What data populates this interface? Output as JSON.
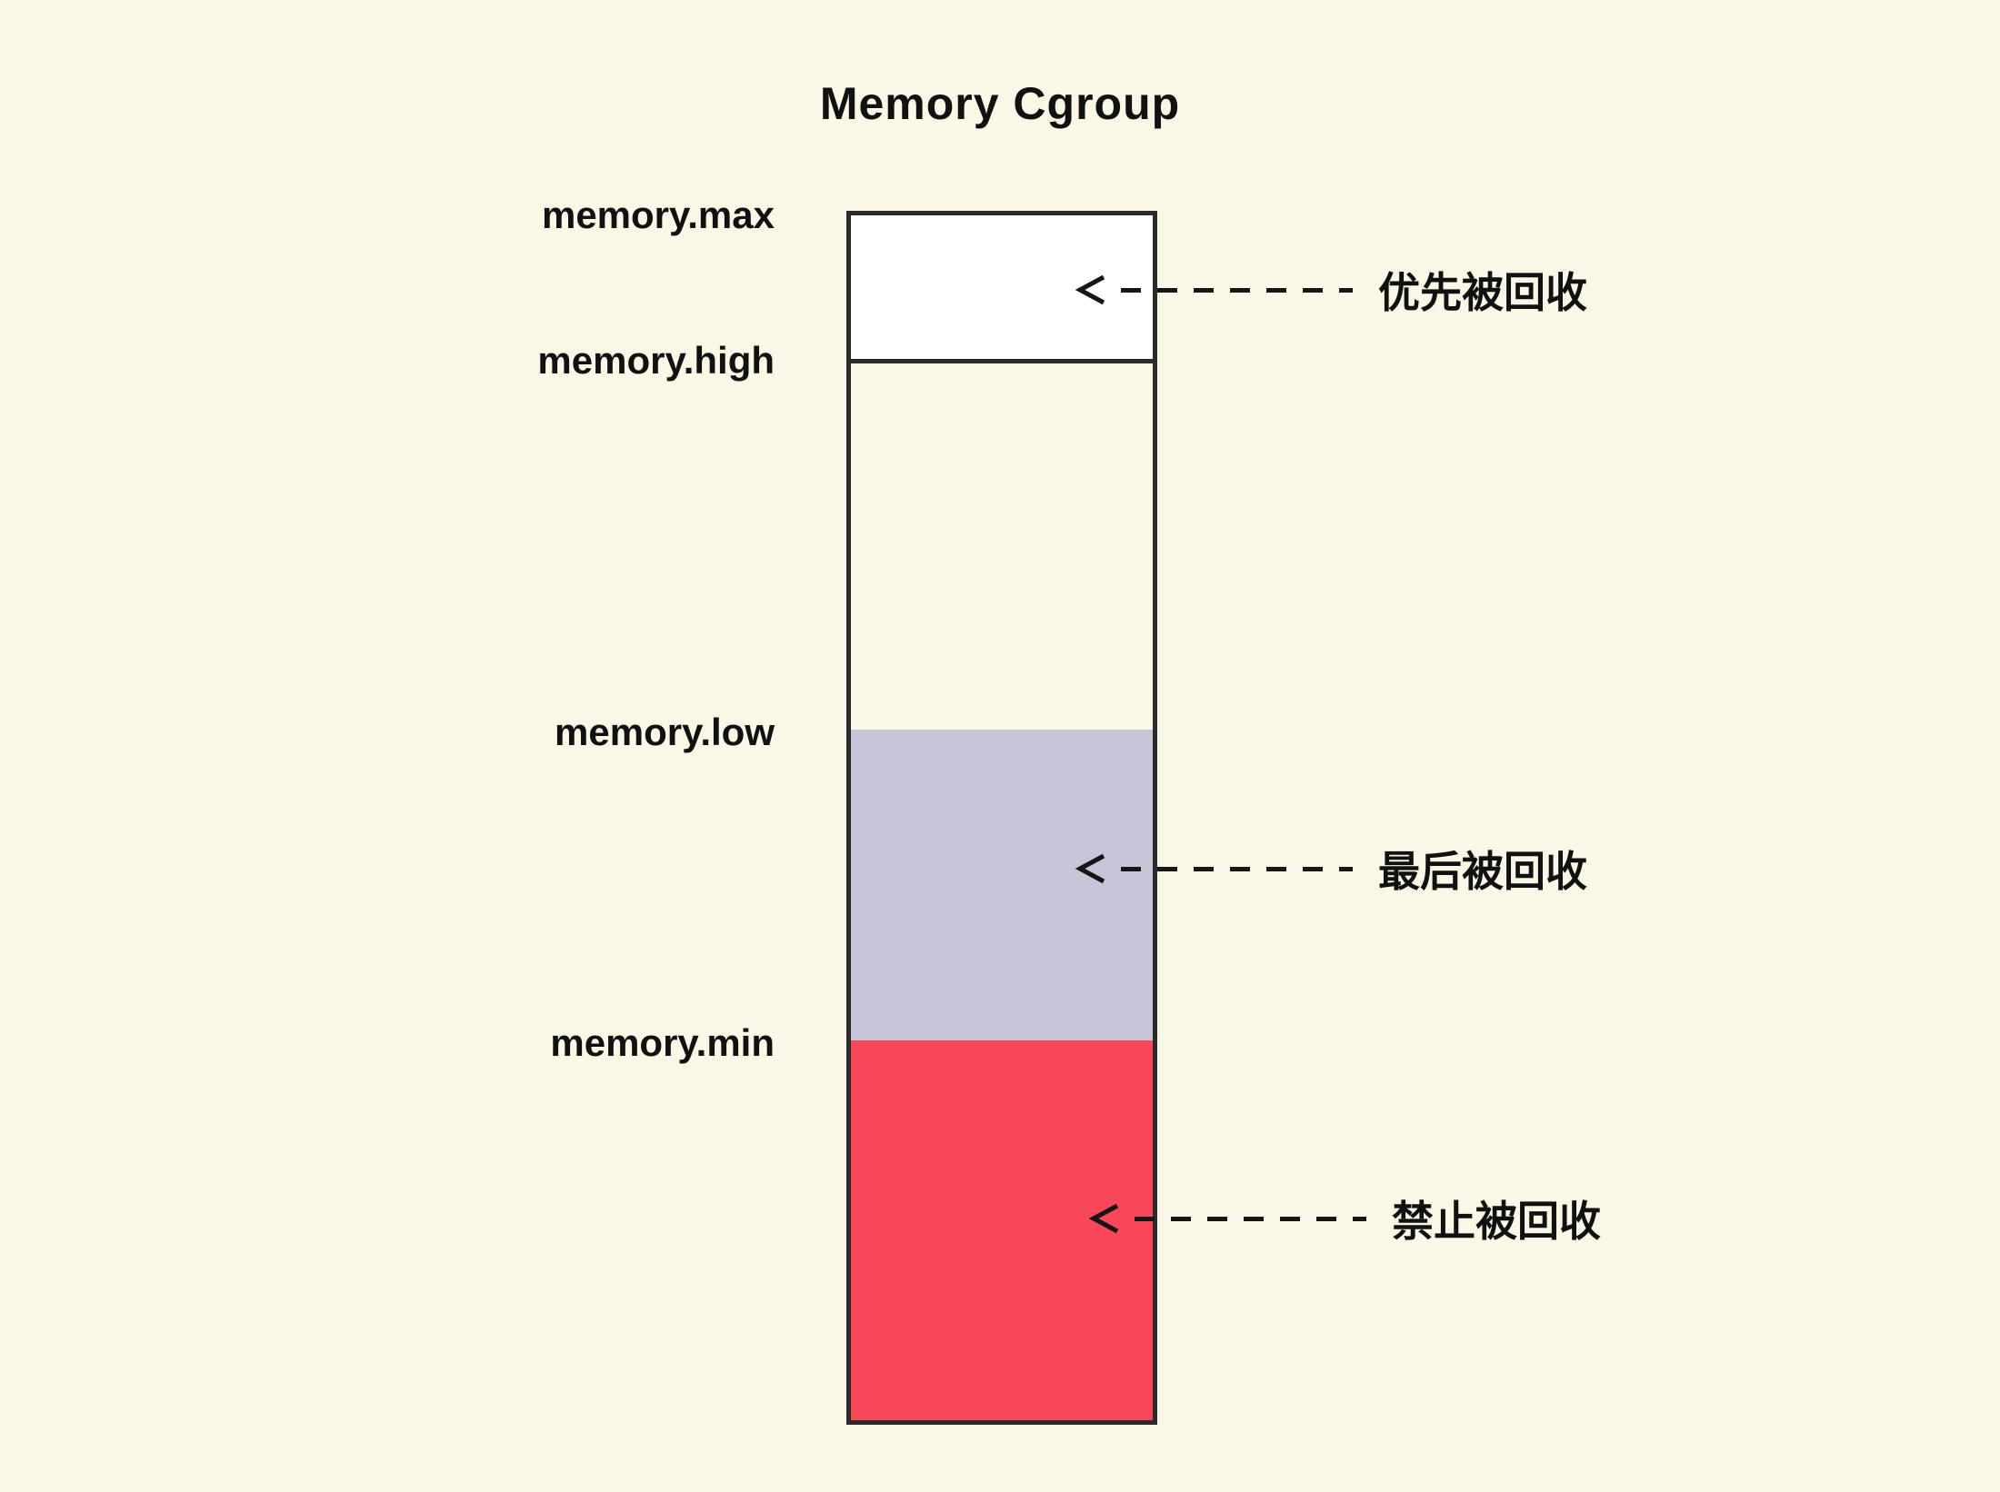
{
  "title": "Memory Cgroup",
  "labels": {
    "max": "memory.max",
    "high": "memory.high",
    "low": "memory.low",
    "min": "memory.min"
  },
  "annotations": {
    "reclaim_first": "优先被回收",
    "reclaim_last": "最后被回收",
    "reclaim_never": "禁止被回收"
  },
  "colors": {
    "background": "#FAF7E6",
    "section_above_high": "#FFFFFF",
    "section_high_to_low": "#FAF7E6",
    "section_low_to_min": "#C9C5D9",
    "section_below_min": "#F9475A",
    "border": "#2B2B2B",
    "ink": "#111111"
  }
}
